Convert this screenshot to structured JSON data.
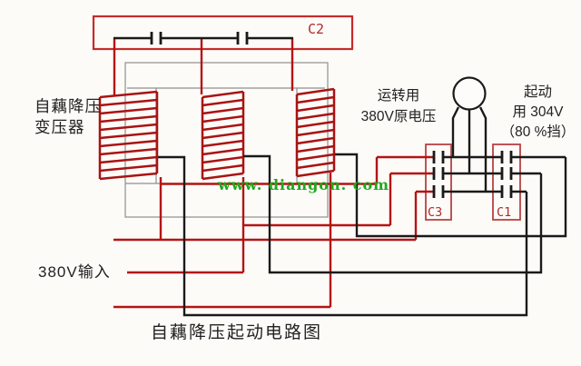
{
  "diagram": {
    "caption": "自藕降压起动电路图",
    "watermark": "www. diangon. com",
    "labels": {
      "transformer": "自藕降压\n变压器",
      "input_380v": "380V输入",
      "running": "运转用\n380V原电压",
      "starting": "起动\n用 304V\n（80 %挡）",
      "contactor_c2": "C2",
      "contactor_c3": "C3",
      "contactor_c1": "C1"
    },
    "colors": {
      "wire_red": "#b41414",
      "wire_black": "#1a1a1a",
      "contactor_box_red": "#c04040",
      "core_gray": "#8f8f8f",
      "watermark_green": "#1daa1d",
      "text": "#222222",
      "background": "#fcfbf8"
    }
  }
}
